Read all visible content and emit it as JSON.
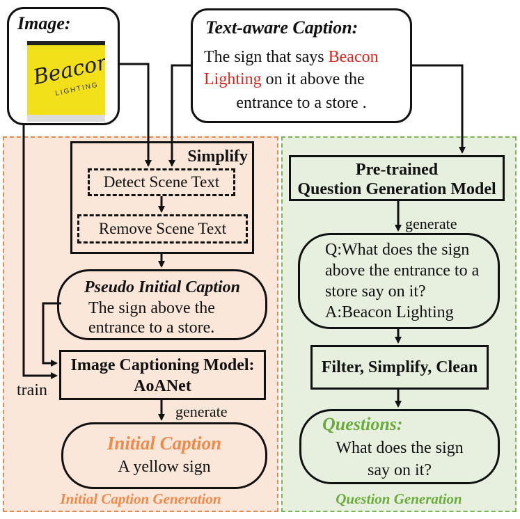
{
  "image_box": {
    "label": "Image:",
    "sign_text_main": "Beacon",
    "sign_text_sub": "LIGHTING"
  },
  "caption_box": {
    "label": "Text-aware Caption:",
    "text_before": "The sign that says ",
    "highlight_1": "Beacon",
    "highlight_2": "Lighting",
    "text_after": " on it above the",
    "line3": "entrance to a store ."
  },
  "simplify": {
    "label": "Simplify",
    "detect": "Detect Scene Text",
    "remove": "Remove Scene Text"
  },
  "pseudo": {
    "title": "Pseudo Initial Caption",
    "line1": "The sign above the",
    "line2": "entrance to a store."
  },
  "captioning_model": {
    "line1": "Image Captioning Model:",
    "line2": "AoANet"
  },
  "train_label": "train",
  "generate_label_left": "generate",
  "initial_caption": {
    "title": "Initial Caption",
    "text": "A yellow sign"
  },
  "left_panel_title": "Initial Caption Generation",
  "qg_model": {
    "line1": "Pre-trained",
    "line2": "Question Generation Model"
  },
  "generate_label_right": "generate",
  "qa": {
    "line1": "Q:What does the sign",
    "line2": "above the entrance to a",
    "line3": "store say on it?",
    "line4": "A:Beacon Lighting"
  },
  "filter": {
    "label": "Filter, Simplify, Clean"
  },
  "questions": {
    "title": "Questions:",
    "line1": "What does the sign",
    "line2": "say on it?"
  },
  "right_panel_title": "Question Generation",
  "colors": {
    "orange_fill": "#fbe6da",
    "orange_border": "#e28a52",
    "orange_title": "#ef8a4a",
    "green_fill": "#e7f0df",
    "green_border": "#7fb35a",
    "green_title": "#6aab3c",
    "highlight_red": "#d9251c",
    "sign_yellow": "#f2e11a"
  }
}
